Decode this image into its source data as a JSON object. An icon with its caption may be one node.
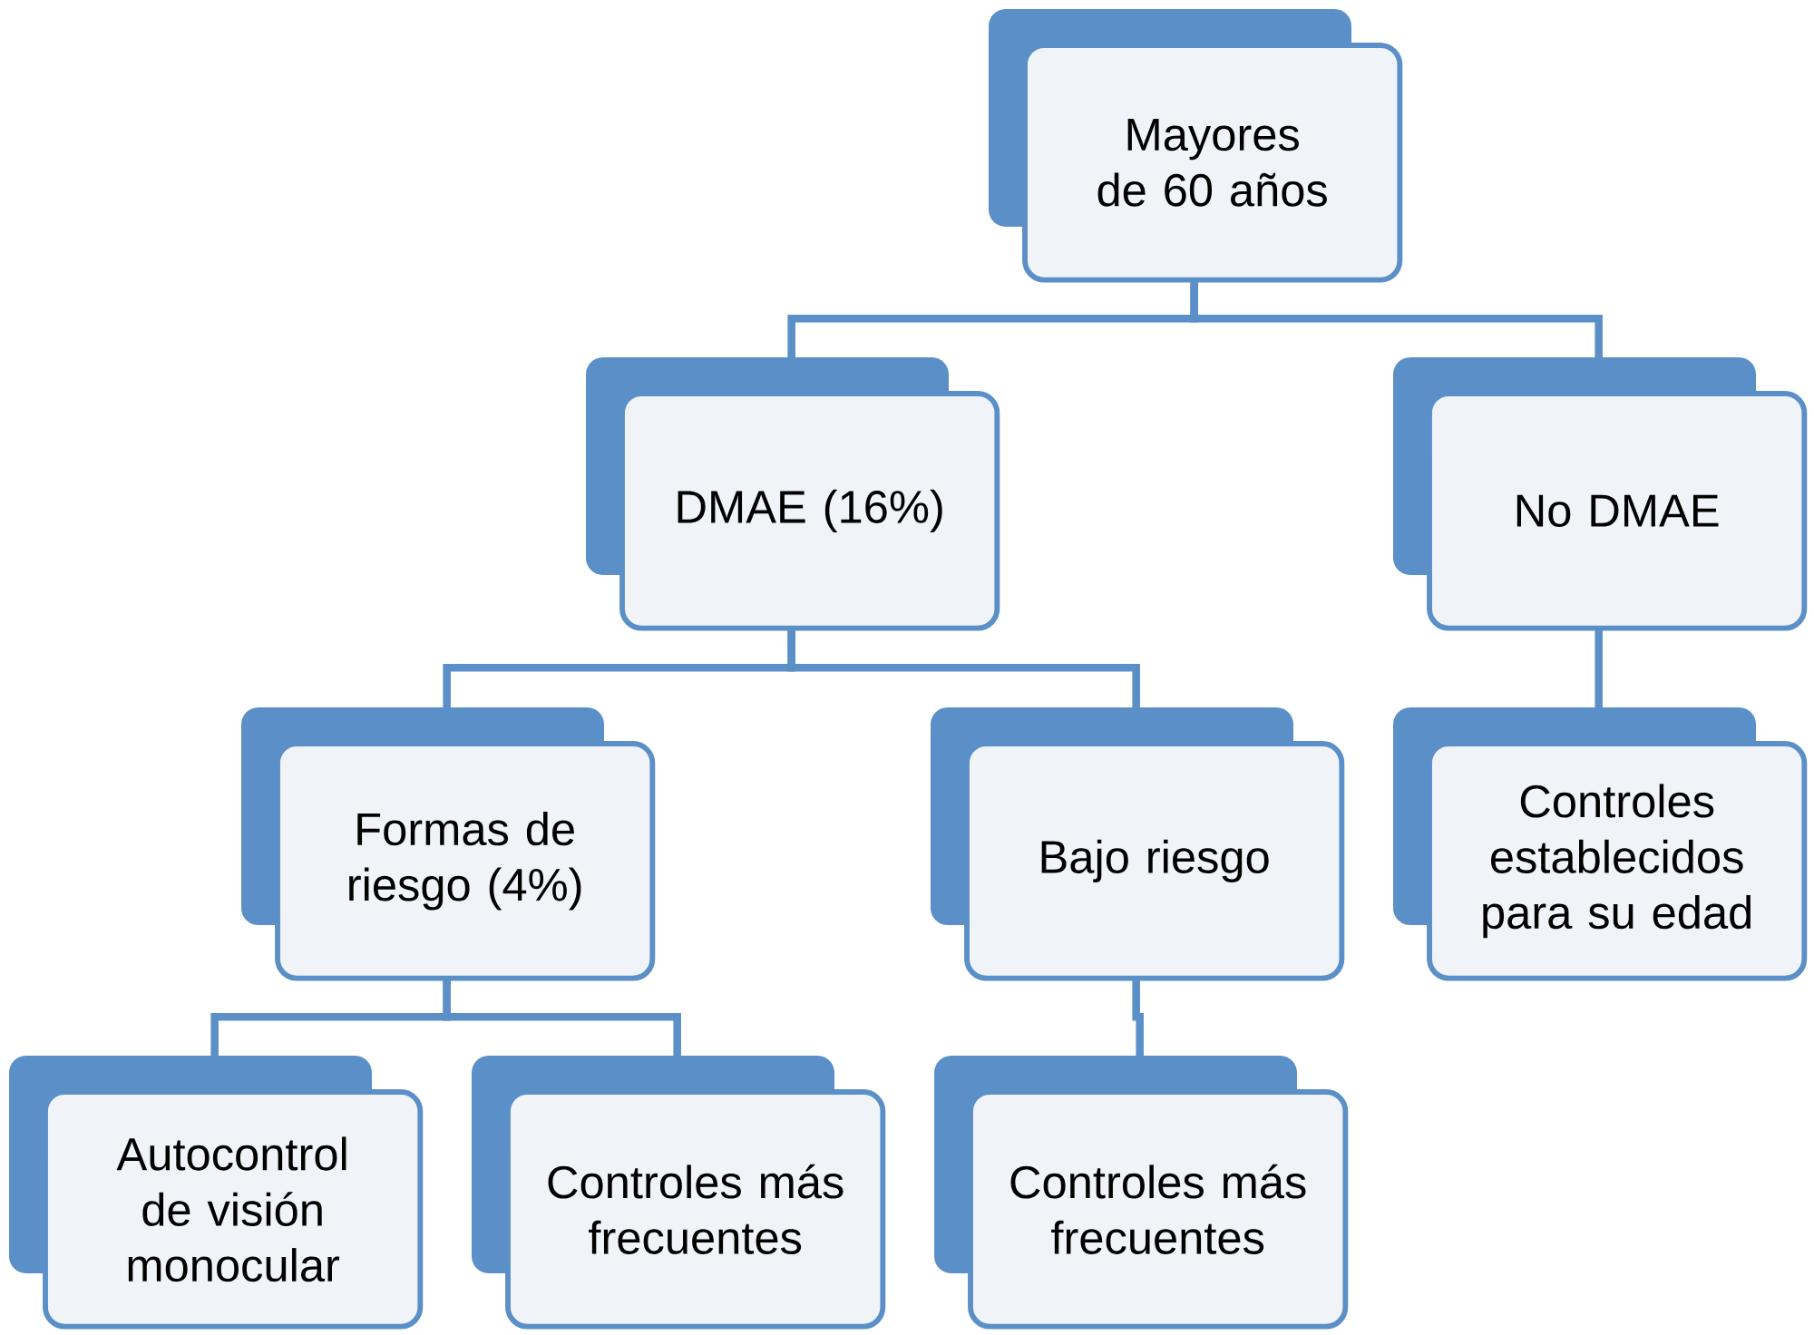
{
  "diagram": {
    "nodes": [
      {
        "text": [
          "Mayores de 60 años"
        ]
      },
      {
        "text": [
          "DMAE (16%)"
        ]
      },
      {
        "text": [
          "No DMAE"
        ]
      },
      {
        "text": [
          "Formas de riesgo (4%)"
        ]
      },
      {
        "text": [
          "Bajo riesgo"
        ]
      },
      {
        "text": [
          "Controles establecidos para su edad"
        ]
      },
      {
        "text": [
          "Autocontrol de visión monocular"
        ]
      },
      {
        "text": [
          "Controles más frecuentes"
        ]
      },
      {
        "text": [
          "Controles más frecuentes"
        ]
      }
    ],
    "edges": [
      {
        "from": 0,
        "to": 1,
        "arrow": "none"
      },
      {
        "from": 0,
        "to": 2,
        "arrow": "none"
      },
      {
        "from": 1,
        "to": 3,
        "arrow": "none"
      },
      {
        "from": 1,
        "to": 4,
        "arrow": "none"
      },
      {
        "from": 2,
        "to": 5,
        "arrow": "none"
      },
      {
        "from": 3,
        "to": 6,
        "arrow": "none"
      },
      {
        "from": 3,
        "to": 7,
        "arrow": "none"
      },
      {
        "from": 4,
        "to": 8,
        "arrow": "none"
      }
    ]
  }
}
